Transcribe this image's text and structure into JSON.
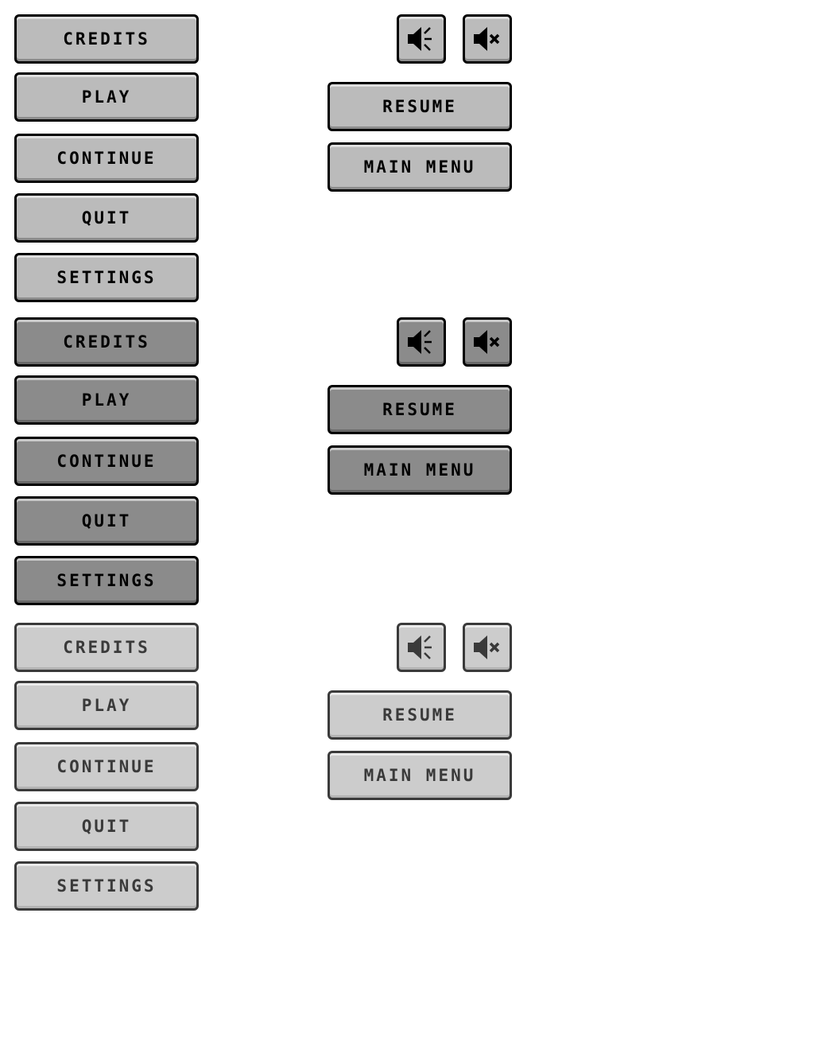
{
  "button_sets": [
    {
      "state": "normal",
      "menu_buttons": [
        "CREDITS",
        "PLAY",
        "CONTINUE",
        "QUIT",
        "SETTINGS"
      ],
      "pause_buttons": [
        "RESUME",
        "MAIN MENU"
      ],
      "sound_icons": [
        "speaker-on-icon",
        "speaker-muted-icon"
      ]
    },
    {
      "state": "dark",
      "menu_buttons": [
        "CREDITS",
        "PLAY",
        "CONTINUE",
        "QUIT",
        "SETTINGS"
      ],
      "pause_buttons": [
        "RESUME",
        "MAIN MENU"
      ],
      "sound_icons": [
        "speaker-on-icon",
        "speaker-muted-icon"
      ]
    },
    {
      "state": "light",
      "menu_buttons": [
        "CREDITS",
        "PLAY",
        "CONTINUE",
        "QUIT",
        "SETTINGS"
      ],
      "pause_buttons": [
        "RESUME",
        "MAIN MENU"
      ],
      "sound_icons": [
        "speaker-on-icon",
        "speaker-muted-icon"
      ]
    }
  ],
  "colors": {
    "normal_fill": "#bbbbbb",
    "dark_fill": "#8b8b8b",
    "light_fill": "#cccccc",
    "outline": "#000000",
    "light_outline": "#3a3a3a"
  }
}
